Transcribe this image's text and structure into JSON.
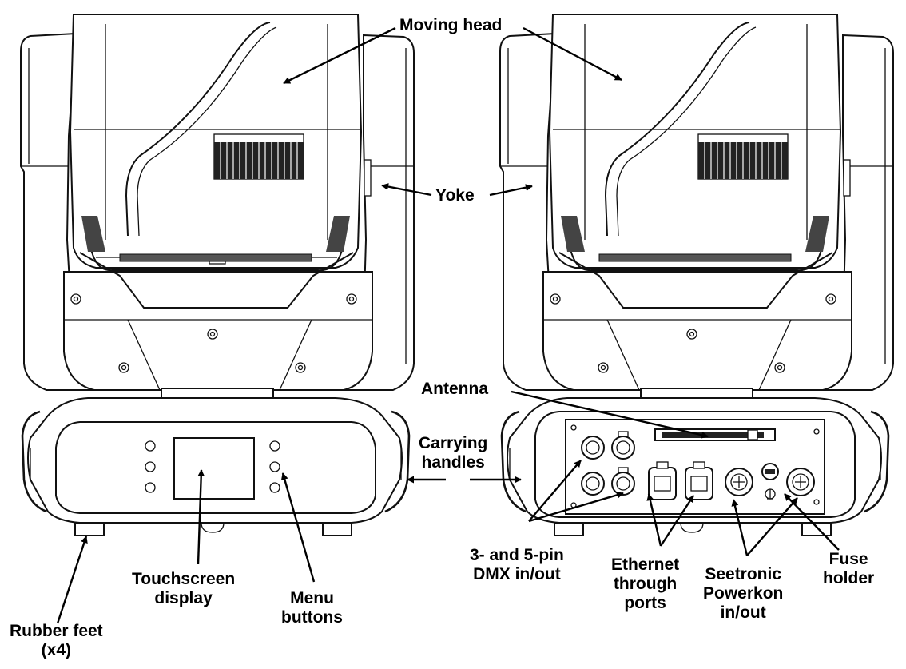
{
  "labels": {
    "moving_head": "Moving head",
    "yoke": "Yoke",
    "antenna": "Antenna",
    "carrying_handles": [
      "Carrying",
      "handles"
    ],
    "pin_dmx": [
      "3- and 5-pin",
      "DMX in/out"
    ],
    "ethernet": [
      "Ethernet",
      "through",
      "ports"
    ],
    "seetronic": [
      "Seetronic",
      "Powerkon",
      "in/out"
    ],
    "fuse": [
      "Fuse",
      "holder"
    ],
    "touchscreen": [
      "Touchscreen",
      "display"
    ],
    "menu": [
      "Menu",
      "buttons"
    ],
    "rubber_feet": [
      "Rubber feet",
      "(x4)"
    ]
  }
}
